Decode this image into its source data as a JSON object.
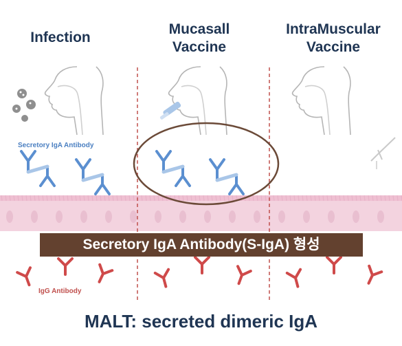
{
  "columns": [
    {
      "title_line1": "Infection",
      "title_line2": ""
    },
    {
      "title_line1": "Mucasall",
      "title_line2": "Vaccine"
    },
    {
      "title_line1": "IntraMuscular",
      "title_line2": "Vaccine"
    }
  ],
  "labels": {
    "secretory_iga": "Secretory IgA Antibody",
    "igg": "IgG Antibody"
  },
  "banner": "Secretory IgA Antibody(S-IgA) 형성",
  "caption": "MALT: secreted dimeric IgA",
  "colors": {
    "title": "#1f3553",
    "iga_blue": "#5b8fd0",
    "igg_red": "#cf4a4a",
    "divider": "#c0504d",
    "tissue": "#f3d3df",
    "banner_bg": "#63412f",
    "ellipse": "#6b4a38"
  },
  "icons": [
    "virus-icon",
    "head-profile-icon",
    "nasal-spray-icon",
    "syringe-icon",
    "iga-antibody-icon",
    "igg-antibody-icon"
  ]
}
